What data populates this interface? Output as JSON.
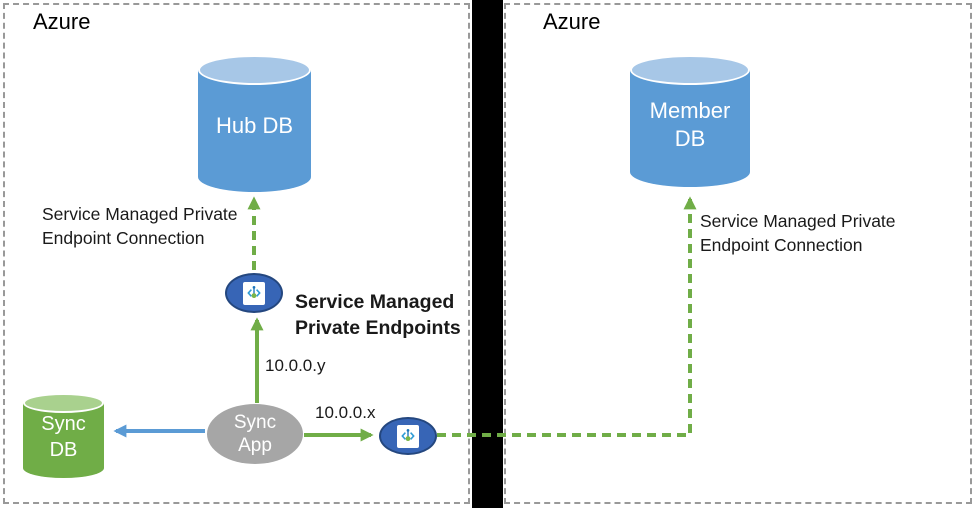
{
  "colors": {
    "db_blue": "#5B9BD5",
    "db_blue_top": "#A7C7E7",
    "db_green": "#70AD47",
    "db_green_top": "#A9D18E",
    "app_gray": "#A6A6A6",
    "endpoint_blue": "#3765B6",
    "endpoint_border": "#24477F",
    "arrow_green": "#70AD47",
    "arrow_blue": "#5B9BD5",
    "panel_border": "#999999",
    "divider_black": "#000000",
    "text_dark": "#1A1A1A"
  },
  "left_panel": {
    "title": "Azure",
    "hub_db_label": "Hub DB",
    "sync_db_line1": "Sync",
    "sync_db_line2": "DB",
    "sync_app_line1": "Sync",
    "sync_app_line2": "App",
    "connection_label_line1": "Service Managed Private",
    "connection_label_line2": "Endpoint Connection",
    "endpoints_title_line1": "Service Managed",
    "endpoints_title_line2": "Private Endpoints",
    "ip_label_y": "10.0.0.y",
    "ip_label_x": "10.0.0.x"
  },
  "right_panel": {
    "title": "Azure",
    "member_db_line1": "Member",
    "member_db_line2": "DB",
    "connection_label_line1": "Service Managed Private",
    "connection_label_line2": "Endpoint Connection"
  }
}
